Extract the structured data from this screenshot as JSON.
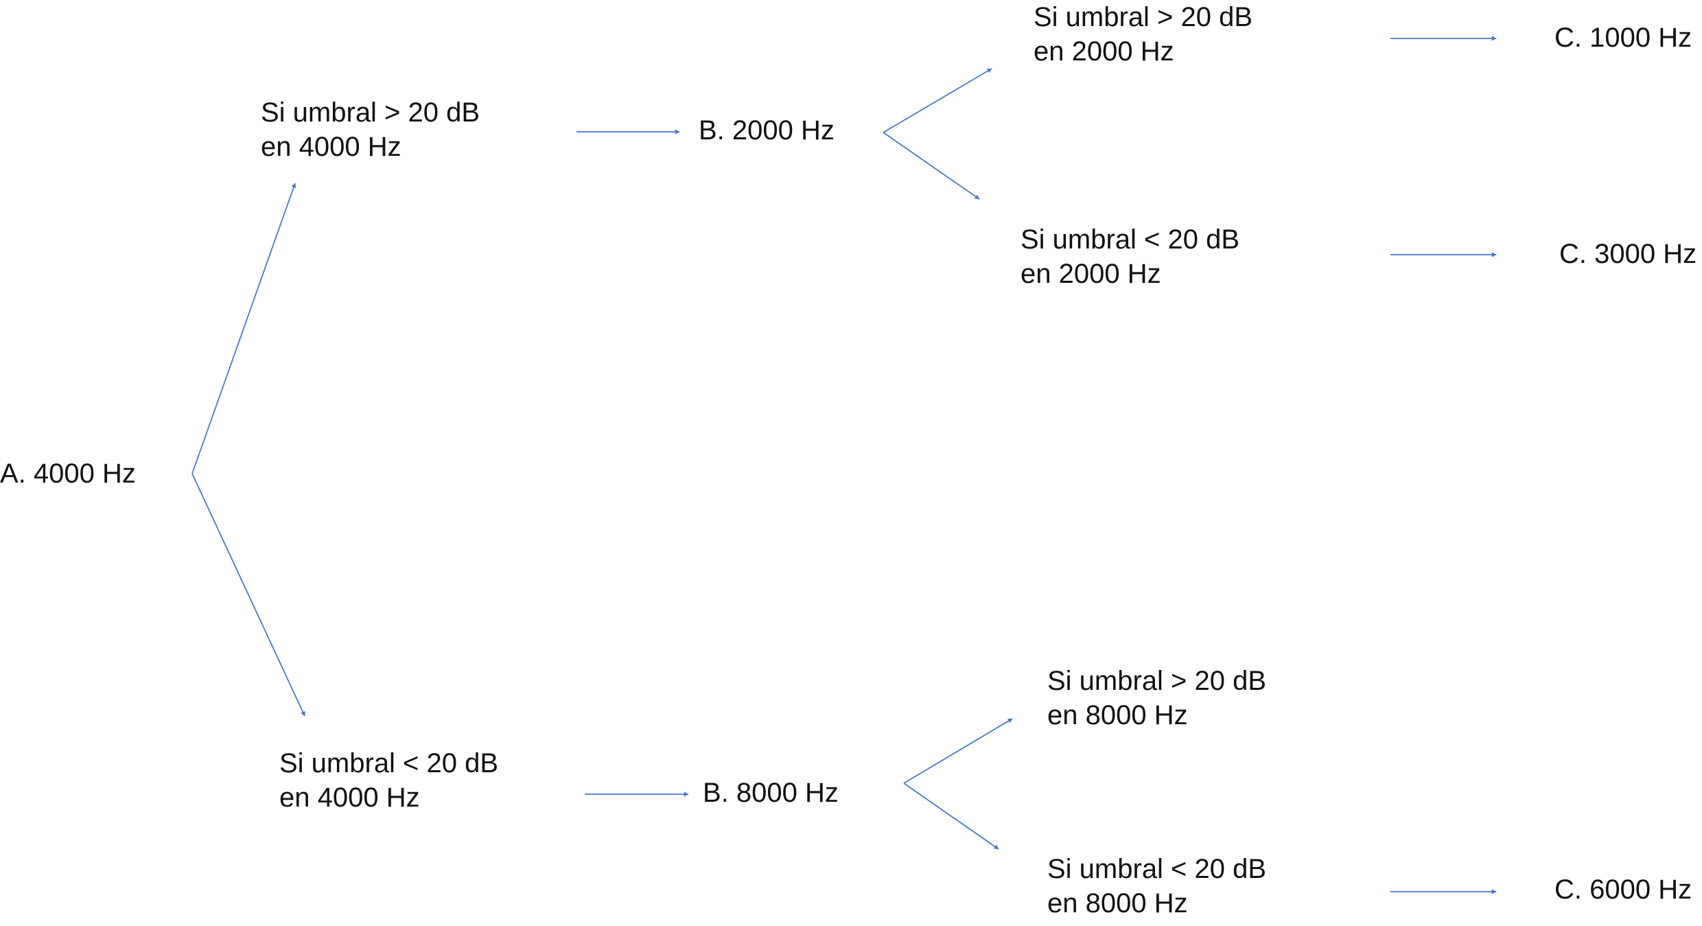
{
  "nodes": {
    "a": "A. 4000 Hz",
    "cond_gt_4000": {
      "line1": "Si umbral > 20 dB",
      "line2": "en 4000 Hz"
    },
    "cond_lt_4000": {
      "line1": "Si umbral < 20 dB",
      "line2": "en 4000 Hz"
    },
    "b_2000": "B. 2000 Hz",
    "b_8000": "B. 8000 Hz",
    "cond_gt_2000": {
      "line1": "Si umbral > 20 dB",
      "line2": "en 2000 Hz"
    },
    "cond_lt_2000": {
      "line1": "Si umbral < 20 dB",
      "line2": "en 2000 Hz"
    },
    "cond_gt_8000": {
      "line1": "Si umbral > 20 dB",
      "line2": "en 8000 Hz"
    },
    "cond_lt_8000": {
      "line1": "Si umbral < 20 dB",
      "line2": "en 8000 Hz"
    },
    "c_1000": "C. 1000 Hz",
    "c_3000": "C. 3000 Hz",
    "c_6000": "C. 6000 Hz"
  },
  "colors": {
    "arrow": "#4a78c8",
    "text": "#111111"
  }
}
